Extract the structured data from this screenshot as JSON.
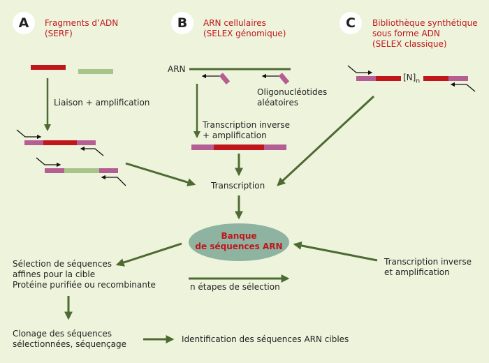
{
  "panels": [
    {
      "letter": "A",
      "title_line1": "Fragments d’ADN",
      "title_line2": "(SERF)"
    },
    {
      "letter": "B",
      "title_line1": "ARN cellulaires",
      "title_line2": "(SELEX génomique)"
    },
    {
      "letter": "C",
      "title_line1": "Bibliothèque synthétique",
      "title_line2": "sous forme ADN",
      "title_line3": "(SELEX classique)"
    }
  ],
  "labels": {
    "arn": "ARN",
    "liaison": "Liaison + amplification",
    "oligo_line1": "Oligonucléotides",
    "oligo_line2": "aléatoires",
    "ti_line1": "Transcription inverse",
    "ti_line2": "+ amplification",
    "library_N": "[N]",
    "library_sub": "n",
    "transcription": "Transcription",
    "bank_line1": "Banque",
    "bank_line2": "de séquences ARN",
    "selection_line1": "Sélection de séquences",
    "selection_line2": "affines pour la cible",
    "selection_line3": "Protéine purifiée ou recombinante",
    "etapes": "n étapes de sélection",
    "ti_right_line1": "Transcription inverse",
    "ti_right_line2": "et amplification",
    "clonage_line1": "Clonage des séquences",
    "clonage_line2": "sélectionnées, séquençage",
    "identification": "Identification des séquences ARN cibles"
  },
  "colors": {
    "background": "#eef4dc",
    "red": "#c0161c",
    "pink": "#b45e93",
    "light_green": "#a9c48b",
    "arrow_green": "#4e6a33",
    "ellipse": "#8eb3a1"
  }
}
